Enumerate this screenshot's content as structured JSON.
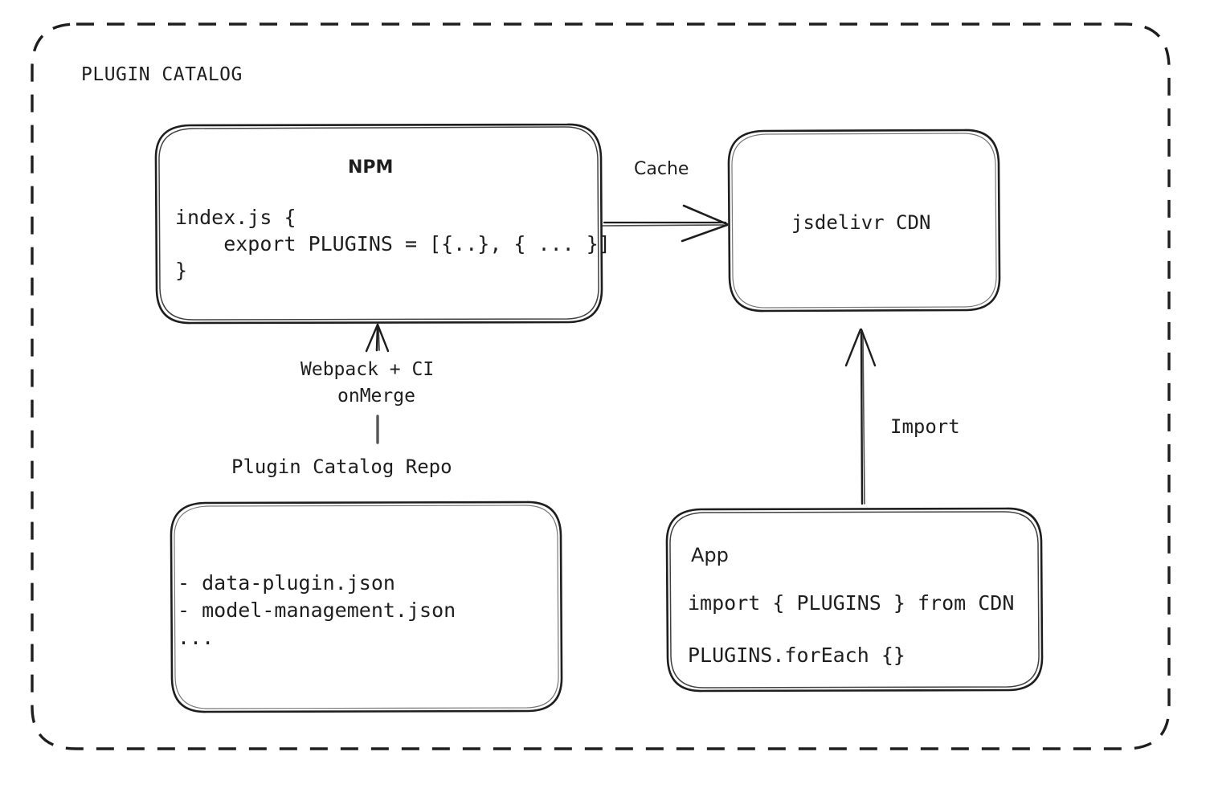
{
  "diagram": {
    "title": "PLUGIN CATALOG",
    "stroke_color": "#1e1e1e",
    "background_color": "#ffffff",
    "frame": {
      "style": "dashed-rounded-rectangle",
      "label": "PLUGIN CATALOG"
    },
    "nodes": {
      "npm": {
        "title": "NPM",
        "code": "index.js {\n    export PLUGINS = [{..}, { ... }]\n}"
      },
      "cdn": {
        "title": "jsdelivr CDN"
      },
      "repo": {
        "label": "Plugin Catalog Repo",
        "code": "- data-plugin.json\n- model-management.json\n..."
      },
      "app": {
        "title": "App",
        "code_line_1": "import { PLUGINS } from CDN",
        "code_line_2": "PLUGINS.forEach {}"
      }
    },
    "edges": {
      "cache": {
        "label": "Cache",
        "from": "npm",
        "to": "cdn",
        "direction": "right"
      },
      "build": {
        "label_line_1": "Webpack + CI",
        "label_line_2": "onMerge",
        "from": "repo",
        "to": "npm",
        "direction": "up"
      },
      "import": {
        "label": "Import",
        "from": "app",
        "to": "cdn",
        "direction": "up"
      }
    }
  }
}
